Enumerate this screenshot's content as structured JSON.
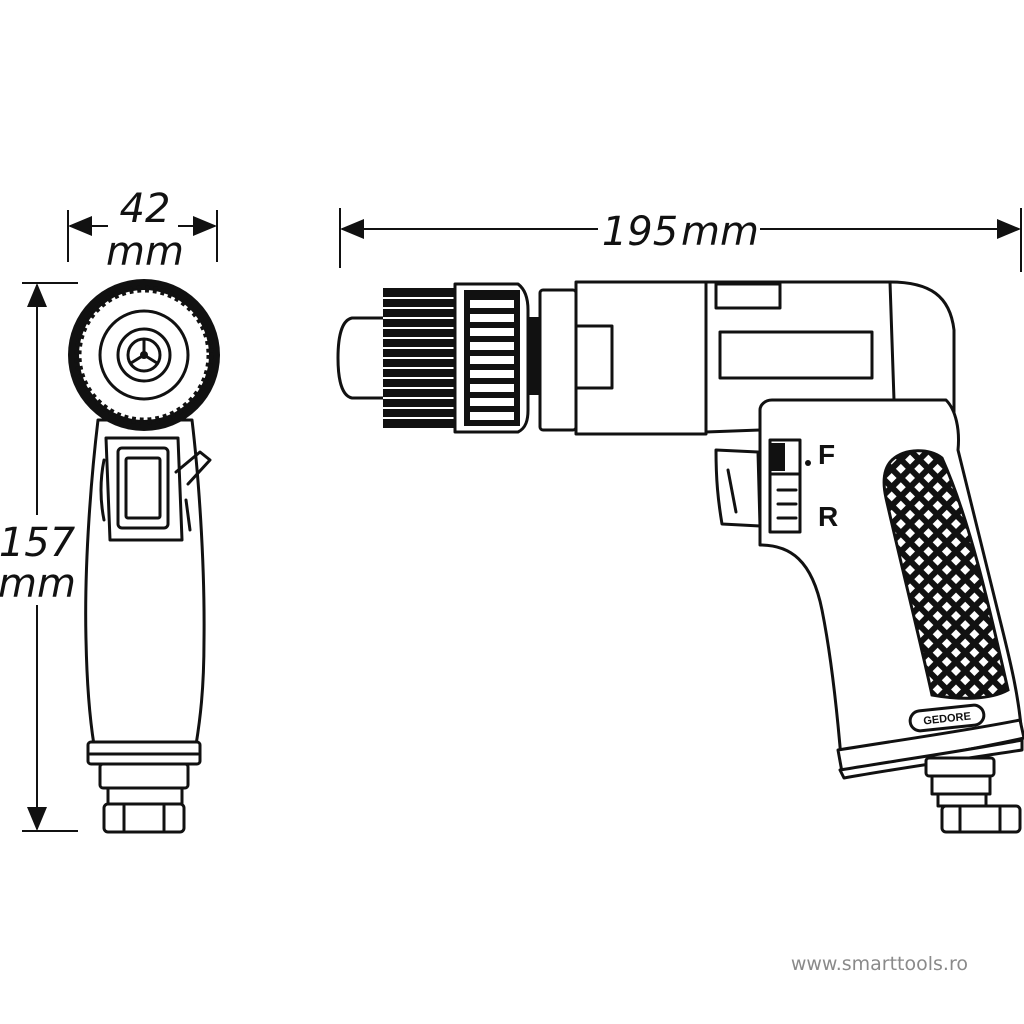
{
  "dimensions": {
    "width_value": "42",
    "width_unit": "mm",
    "height_value": "157",
    "height_unit": "mm",
    "length_value": "195",
    "length_unit": "mm"
  },
  "labels": {
    "forward": "F",
    "reverse": "R"
  },
  "brand_on_tool": "GEDORE",
  "watermark": "www.smarttools.ro",
  "colors": {
    "line": "#111111",
    "background": "#ffffff",
    "watermark": "#8a8a8a"
  },
  "icons": [
    "pneumatic-drill-front-view",
    "pneumatic-drill-side-view"
  ]
}
